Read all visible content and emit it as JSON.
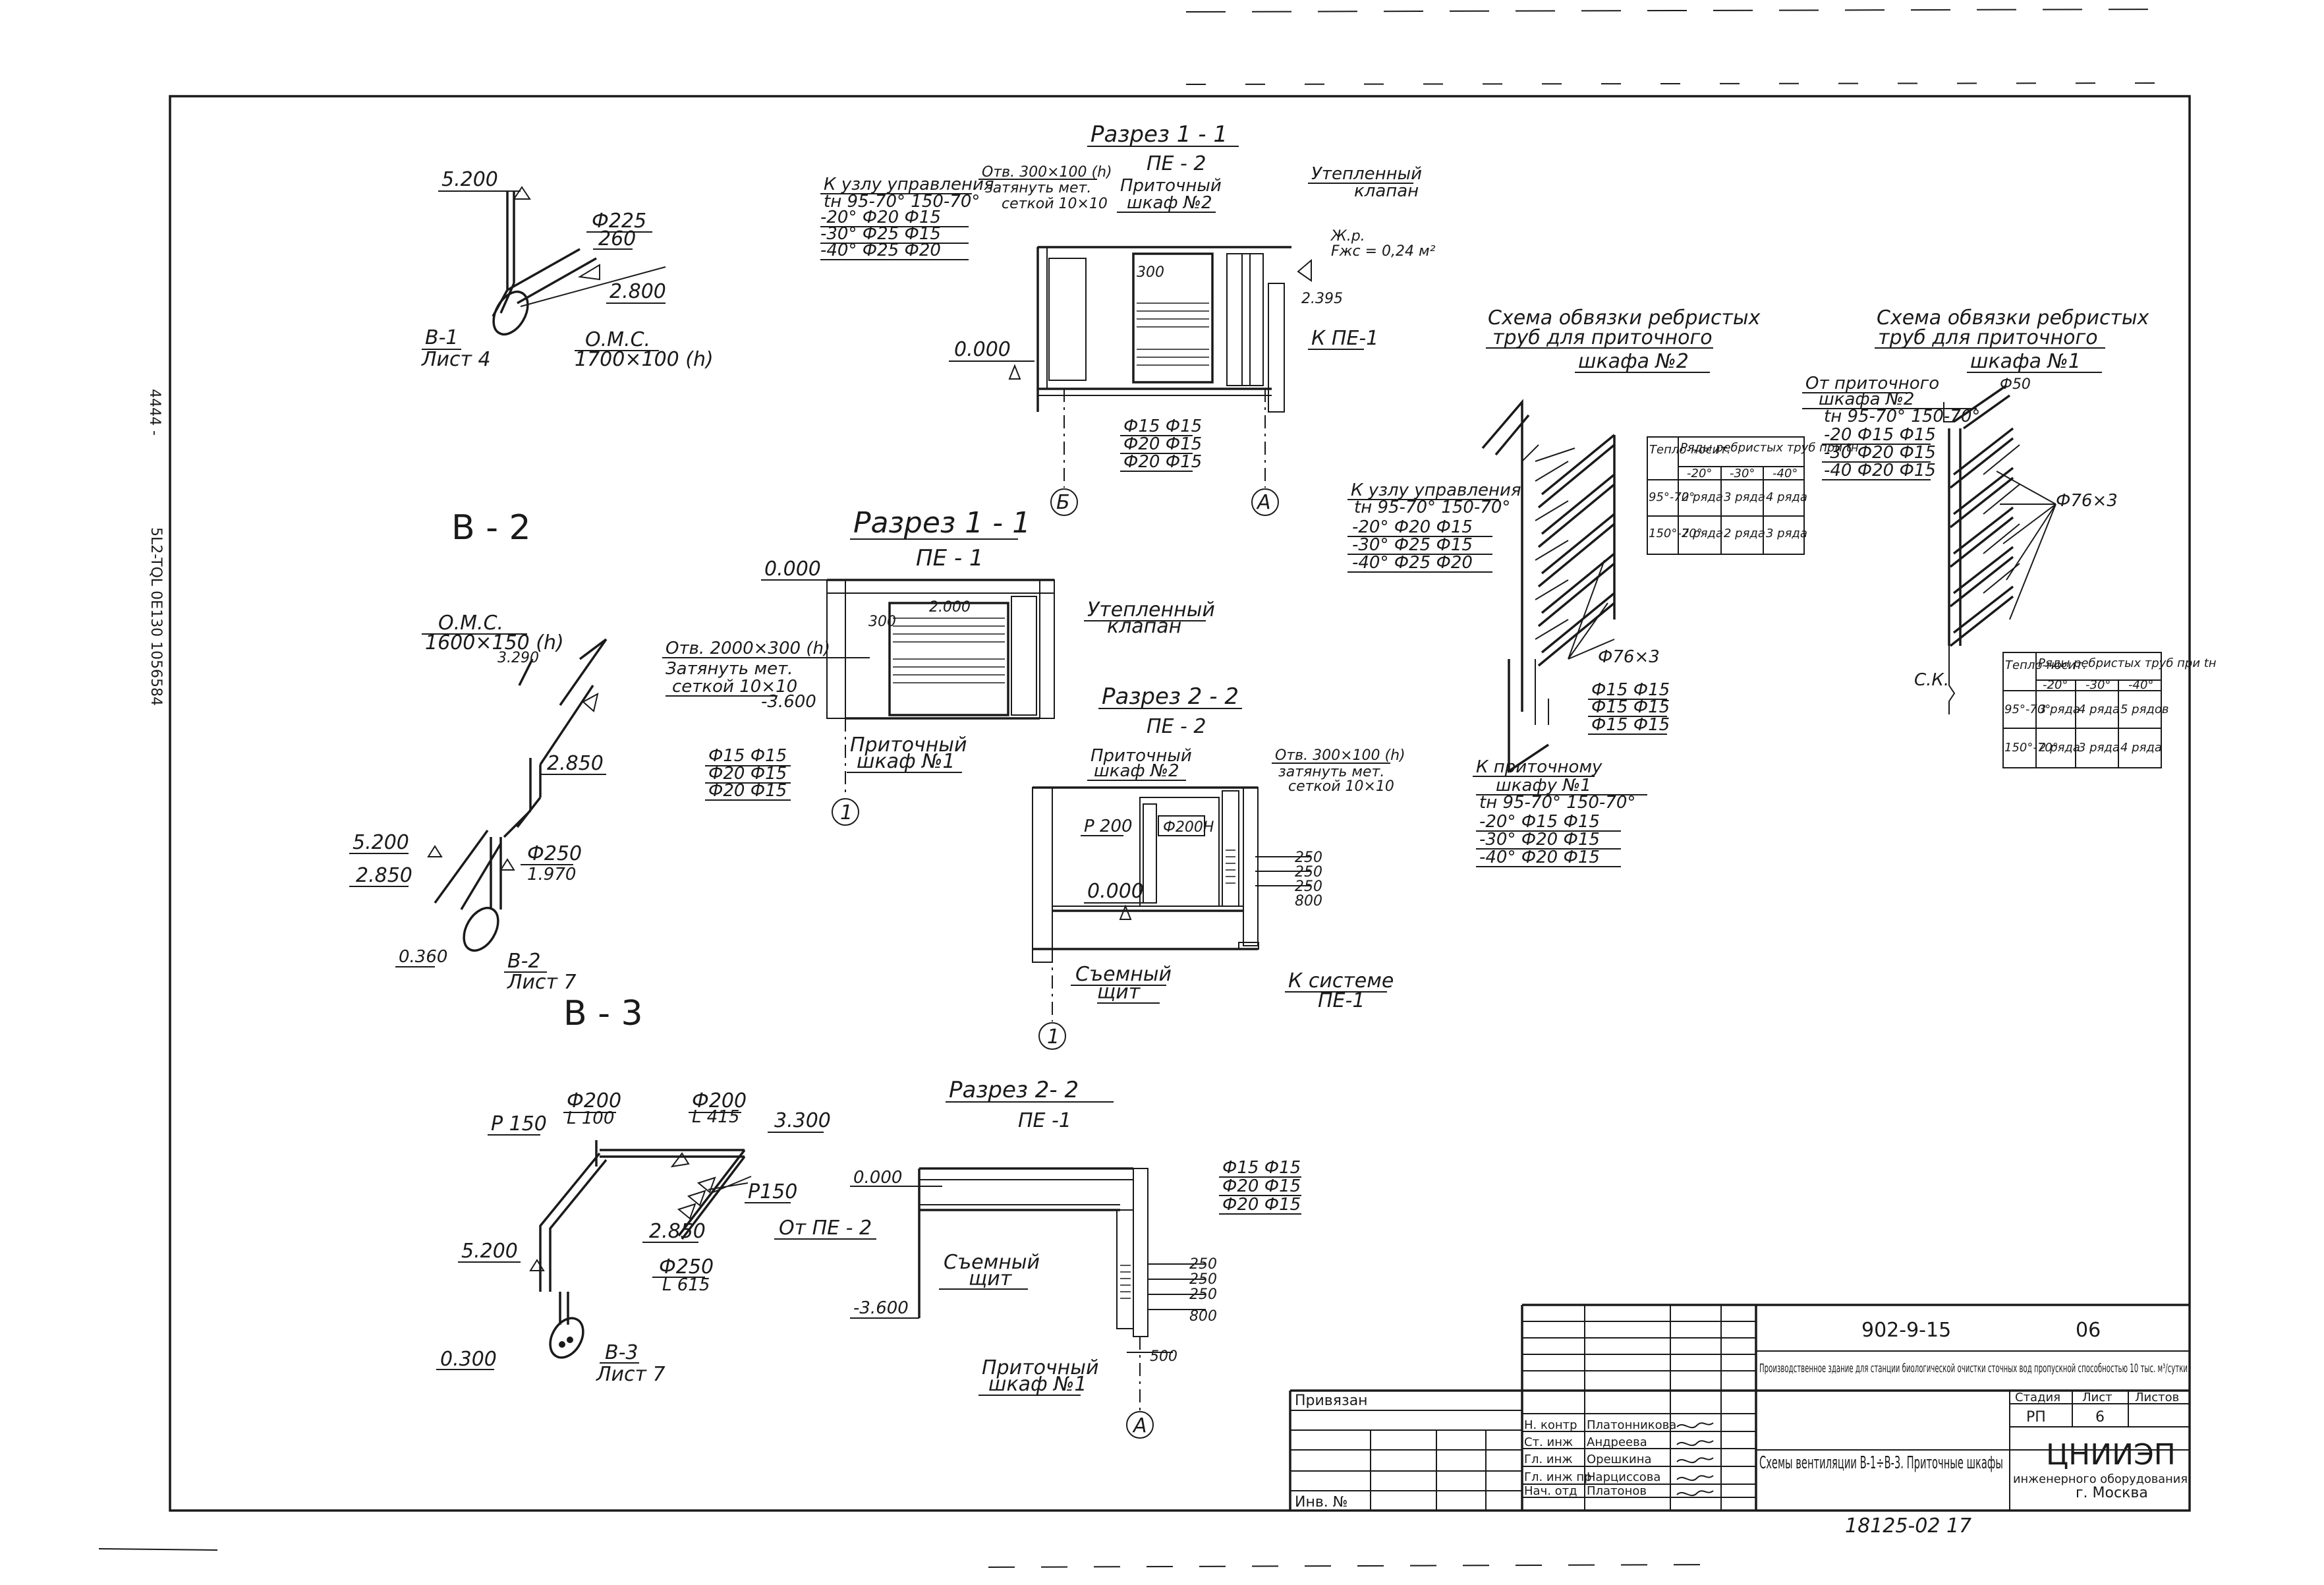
{
  "sheet": {
    "designation": "902-9-15",
    "album": "06",
    "archive_no": "18125-02 17",
    "title_desc": "Производственное здание для станции биологической очистки сточных вод пропускной способностью 10 тыс. м³/сутки",
    "drawing_title": "Схемы вентиляции В-1÷В-3. Приточные шкафы",
    "stage_header": "Стадия",
    "sheet_header": "Лист",
    "sheets_header": "Листов",
    "stage": "РП",
    "sheet_no": "6",
    "org_name": "ЦНИИЭП",
    "org_sub": "инженерного оборудования",
    "org_city": "г. Москва",
    "privyazan": "Привязан",
    "inv_no": "Инв. №",
    "signatures": [
      {
        "role": "Н. контр",
        "name": "Платонникова"
      },
      {
        "role": "Ст. инж",
        "name": "Андреева"
      },
      {
        "role": "Гл. инж",
        "name": "Орешкина"
      },
      {
        "role": "Гл. инж пр",
        "name": "Нарциссова"
      },
      {
        "role": "Нач. отд",
        "name": "Платонов"
      }
    ]
  },
  "side_marks": [
    "4444 -",
    "5L2-TQL 0E130 1056584"
  ],
  "views": {
    "v1": {
      "system": "В-1",
      "sheet_ref": "Лист 4",
      "mark_top": "5.200",
      "mark_mid": "2.800",
      "dia": "Ф225",
      "len": "260",
      "om_label": "О.М.С.",
      "om_size": "1700×100 (h)"
    },
    "v2": {
      "title": "В - 2",
      "om_label": "О.М.С.",
      "om_size": "1600×150 (h)",
      "om_h": "3.290",
      "m1": "2.850",
      "m2": "5.200",
      "m3": "2.850",
      "dia": "Ф250",
      "len": "1.970",
      "m4": "0.360",
      "ref_sys": "В-2",
      "ref_sheet": "Лист 7"
    },
    "v3": {
      "title": "В - 3",
      "dia1": "Ф200",
      "len1": "L 100",
      "p1": "Р 150",
      "dia2": "Ф200",
      "len2": "L 415",
      "m1": "3.300",
      "p2": "Р150",
      "m2": "2.850",
      "m3": "5.200",
      "dia3": "Ф250",
      "len3": "L 615",
      "m4": "0.300",
      "ref_sys": "В-3",
      "ref_sheet": "Лист 7"
    }
  },
  "sections": {
    "s11_pe2": {
      "title": "Разрез 1 - 1",
      "sub": "ПЕ - 2",
      "node_label": "К узлу управления",
      "temp_head": "tн 95-70° 150-70°",
      "rows": [
        "-20° Ф20 Ф15",
        "-30° Ф25 Ф15",
        "-40° Ф25 Ф20"
      ],
      "opening": "Отв. 300×100 (h)",
      "net1": "затянуть мет.",
      "net2": "сеткой 10×10",
      "cab1": "Приточный",
      "cab2": "шкаф №2",
      "valve1": "Утепленный",
      "valve2": "клапан",
      "grill1": "Ж.р.",
      "grill2": "Fжс = 0,24 м²",
      "dim300": "300",
      "mark0": "0.000",
      "mark395": "2.395",
      "to_pe": "К ПЕ-1",
      "pipes": [
        "Ф15 Ф15",
        "Ф20 Ф15",
        "Ф20 Ф15"
      ],
      "axis1": "Б",
      "axis2": "А"
    },
    "s11_pe1": {
      "title": "Разрез 1 - 1",
      "sub": "ПЕ - 1",
      "mark0": "0.000",
      "dim": "2.000",
      "opening": "Отв. 2000×300 (h)",
      "net1": "Затянуть мет.",
      "net2": "сеткой 10×10",
      "mark_low": "-3.600",
      "valve1": "Утепленный",
      "valve2": "клапан",
      "pipes": [
        "Ф15 Ф15",
        "Ф20 Ф15",
        "Ф20 Ф15"
      ],
      "cab1": "Приточный",
      "cab2": "шкаф №1",
      "axis": "1",
      "dim300": "300"
    },
    "s22_pe2": {
      "title": "Разрез 2 - 2",
      "sub": "ПЕ - 2",
      "cab1": "Приточный",
      "cab2": "шкаф №2",
      "opening": "Отв. 300×100 (h)",
      "net1": "затянуть мет.",
      "net2": "сеткой 10×10",
      "p200": "Р 200",
      "dia": "Ф200Н",
      "mark0": "0.000",
      "dims": [
        "250",
        "250",
        "250",
        "800"
      ],
      "shield1": "Съемный",
      "shield2": "щит",
      "to_sys1": "К системе",
      "to_sys2": "ПЕ-1",
      "axis": "1"
    },
    "s22_pe1": {
      "title": "Разрез 2- 2",
      "sub": "ПЕ -1",
      "mark0": "0.000",
      "from_pe": "От ПЕ - 2",
      "pipes": [
        "Ф15 Ф15",
        "Ф20 Ф15",
        "Ф20 Ф15"
      ],
      "shield1": "Съемный",
      "shield2": "щит",
      "mark_low": "-3.600",
      "dims": [
        "250",
        "250",
        "250",
        "800"
      ],
      "dim500": "500",
      "cab1": "Приточный",
      "cab2": "шкаф №1",
      "axis": "А"
    }
  },
  "schemes": {
    "sch2": {
      "title1": "Схема обвязки ребристых",
      "title2": "труб для приточного",
      "title3": "шкафа №2",
      "node_label": "К узлу управления",
      "temp_head": "tн 95-70° 150-70°",
      "rows": [
        "-20° Ф20 Ф15",
        "-30° Ф25 Ф15",
        "-40° Ф25 Ф20"
      ],
      "to_cab1": "К приточному",
      "to_cab2": "шкафу №1",
      "temp_head2": "tн 95-70° 150-70°",
      "rows2": [
        "-20° Ф15 Ф15",
        "-30° Ф20 Ф15",
        "-40° Ф20 Ф15"
      ],
      "pipe_mark": "Ф76×3",
      "pipes": [
        "Ф15 Ф15",
        "Ф15 Ф15",
        "Ф15 Ф15"
      ],
      "table": {
        "h1": "Тепло-носит.",
        "h2": "Ряды ребристых труб при tн",
        "sub": [
          "-20°",
          "-30°",
          "-40°"
        ],
        "r1": [
          "95°-70°",
          "2 ряда",
          "3 ряда",
          "4 ряда"
        ],
        "r2": [
          "150°-70°",
          "2 ряда",
          "2 ряда",
          "3 ряда"
        ]
      }
    },
    "sch1": {
      "title1": "Схема обвязки ребристых",
      "title2": "труб для приточного",
      "title3": "шкафа №1",
      "from_cab1": "От приточного",
      "from_cab2": "шкафа №2",
      "temp_head": "tн 95-70° 150-70°",
      "rows": [
        "-20 Ф15 Ф15",
        "-30 Ф20 Ф15",
        "-40 Ф20 Ф15"
      ],
      "pipe_mark": "Ф76×3",
      "sk": "С.К.",
      "corner": "Ф50",
      "table": {
        "h1": "Тепло-носит.",
        "h2": "Ряды ребристых труб при tн",
        "sub": [
          "-20°",
          "-30°",
          "-40°"
        ],
        "r1": [
          "95°-70°",
          "3 ряда",
          "4 ряда",
          "5 рядов"
        ],
        "r2": [
          "150°-70°",
          "2 ряда",
          "3 ряда",
          "4 ряда"
        ]
      }
    }
  }
}
